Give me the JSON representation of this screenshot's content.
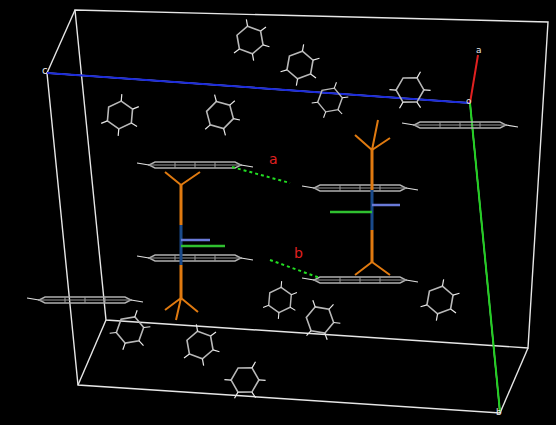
{
  "diagram": {
    "labels": [
      "c",
      "a",
      "o",
      "a",
      "b",
      "b"
    ]
  }
}
